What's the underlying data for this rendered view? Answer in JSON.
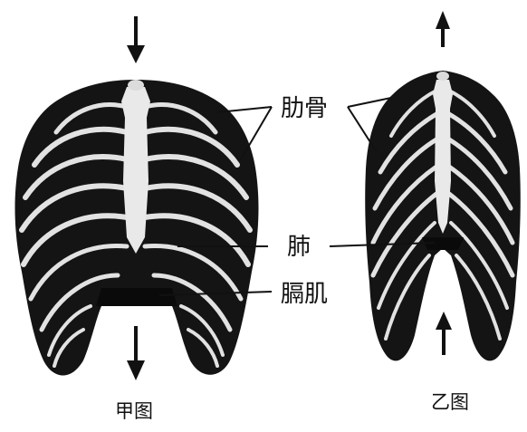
{
  "figures": {
    "left": {
      "caption": "甲图"
    },
    "right": {
      "caption": "乙图"
    }
  },
  "labels": {
    "ribs": "肋骨",
    "lung": "肺",
    "diaphragm": "膈肌"
  },
  "arrows": {
    "left_top": "down",
    "left_bottom": "down",
    "right_top": "up",
    "right_bottom": "up"
  },
  "colors": {
    "ink": "#111111",
    "bone": "#e9e9e9",
    "background": "#ffffff"
  }
}
